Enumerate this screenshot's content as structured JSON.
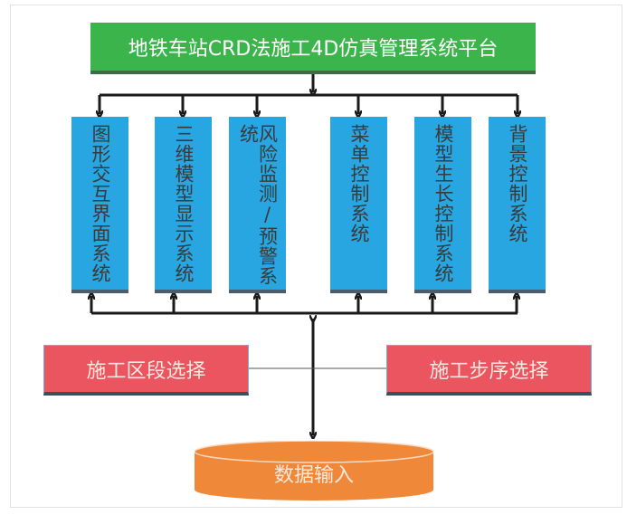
{
  "platform": {
    "title": "地铁车站CRD法施工4D仿真管理系统平台"
  },
  "subsystems": [
    {
      "label": "图形交互界面系统"
    },
    {
      "label": "三维模型显示系统"
    },
    {
      "label": "风险监测/预警系统"
    },
    {
      "label": "菜单控制系统"
    },
    {
      "label": "模型生长控制系统"
    },
    {
      "label": "背景控制系统"
    }
  ],
  "selectors": {
    "left": "施工区段选择",
    "right": "施工步序选择"
  },
  "database": {
    "label": "数据输入"
  },
  "colors": {
    "platform": "#3cb44c",
    "subsystem": "#27a6e2",
    "selector": "#ea5560",
    "database": "#f0883a",
    "arrow": "#1a1a1a"
  }
}
